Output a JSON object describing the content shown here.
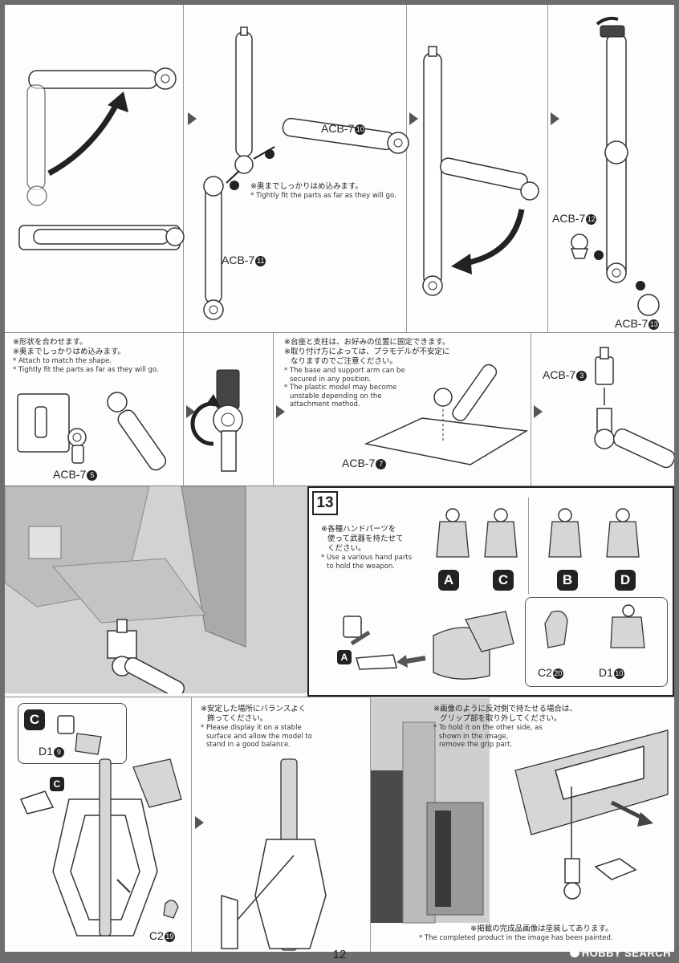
{
  "page": {
    "number": "12"
  },
  "watermark": {
    "text": "HOBBY SEARCH"
  },
  "top_row": {
    "labels": {
      "acb7_10": {
        "text": "ACB-7",
        "num": "10"
      },
      "acb7_11": {
        "text": "ACB-7",
        "num": "11"
      },
      "acb7_12": {
        "text": "ACB-7",
        "num": "12"
      },
      "acb7_13": {
        "text": "ACB-7",
        "num": "13"
      }
    },
    "note_jp": "※奥までしっかりはめ込みます。",
    "note_en": "* Tightly fit the parts as far as they will go."
  },
  "middle_row": {
    "note1_jp_1": "※形状を合わせます。",
    "note1_jp_2": "※奥までしっかりはめ込みます。",
    "note1_en_1": "* Attach to match the shape.",
    "note1_en_2": "* Tightly fit the parts as far as they will go.",
    "acb7_5": {
      "text": "ACB-7",
      "num": "5"
    },
    "note2_jp_1": "※台座と支柱は、お好みの位置に固定できます。",
    "note2_jp_2": "※取り付け方によっては、プラモデルが不安定に",
    "note2_jp_3": "なりますのでご注意ください。",
    "note2_en_1": "* The base and support arm can be",
    "note2_en_2": "secured in any position.",
    "note2_en_3": "* The plastic model may become",
    "note2_en_4": "unstable depending on the",
    "note2_en_5": "attachment method.",
    "acb7_7": {
      "text": "ACB-7",
      "num": "7"
    },
    "acb7_3": {
      "text": "ACB-7",
      "num": "3"
    }
  },
  "step13": {
    "number": "13",
    "note_jp_1": "※各種ハンドパーツを",
    "note_jp_2": "使って武器を持たせて",
    "note_jp_3": "ください。",
    "note_en_1": "* Use a various hand parts",
    "note_en_2": "to hold the weapon.",
    "hands": [
      "A",
      "C",
      "B",
      "D"
    ],
    "parts": [
      {
        "text": "C2",
        "num": "20"
      },
      {
        "text": "D1",
        "num": "10"
      }
    ],
    "badge_a": "A"
  },
  "bottom_row": {
    "badge_c": "C",
    "badge_c2": "C",
    "d1_9": {
      "text": "D1",
      "num": "9"
    },
    "c2_19": {
      "text": "C2",
      "num": "19"
    },
    "note1_jp_1": "※安定した場所にバランスよく",
    "note1_jp_2": "飾ってください。",
    "note1_en_1": "* Please display it on a stable",
    "note1_en_2": "surface and allow the model to",
    "note1_en_3": "stand in a good balance.",
    "note2_jp_1": "※画像のように反対側で持たせる場合は、",
    "note2_jp_2": "グリップ部を取り外してください。",
    "note2_en_1": "* To hold it on the other side, as",
    "note2_en_2": "shown in the image,",
    "note2_en_3": "remove the grip part.",
    "note3_jp": "※掲載の完成品画像は塗装してあります。",
    "note3_en": "* The completed product in the image has been painted."
  }
}
